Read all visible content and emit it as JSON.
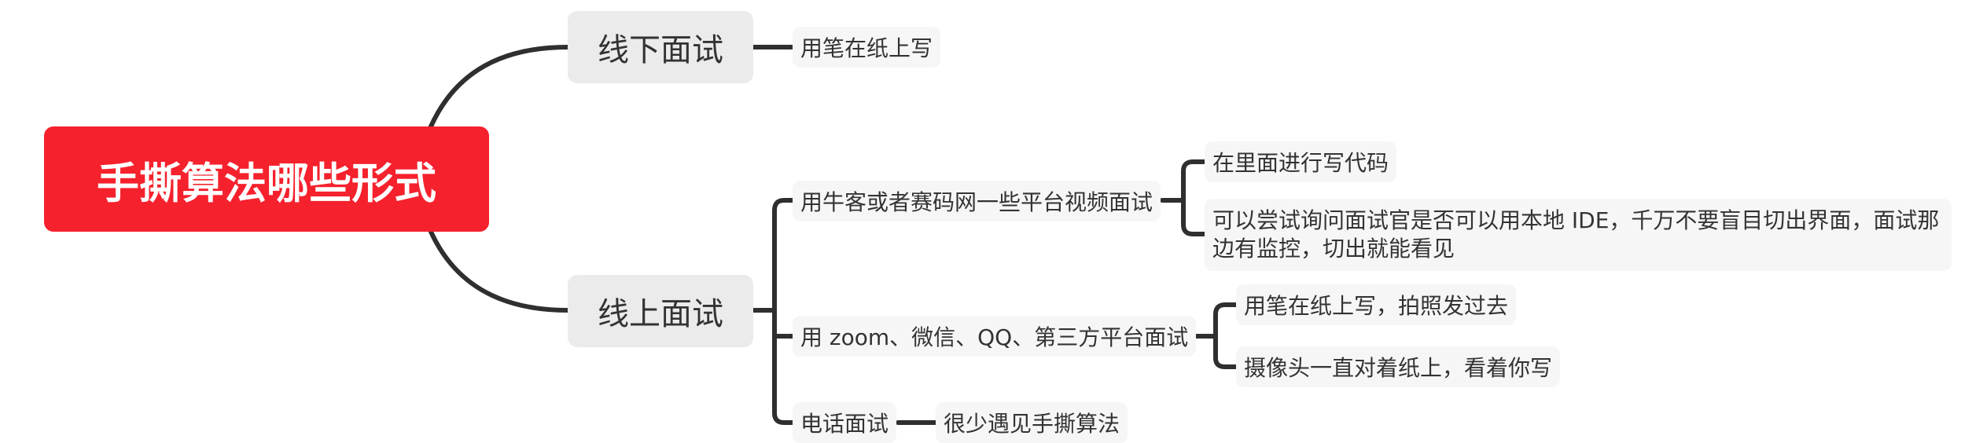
{
  "root": {
    "label": "手撕算法哪些形式"
  },
  "branches": [
    {
      "label": "线下面试",
      "children": [
        {
          "label": "用笔在纸上写"
        }
      ]
    },
    {
      "label": "线上面试",
      "children": [
        {
          "label": "用牛客或者赛码网一些平台视频面试",
          "children": [
            {
              "label": "在里面进行写代码"
            },
            {
              "label": "可以尝试询问面试官是否可以用本地 IDE，千万不要盲目切出界面，面试那边有监控，切出就能看见"
            }
          ]
        },
        {
          "label": "用 zoom、微信、QQ、第三方平台面试",
          "children": [
            {
              "label": "用笔在纸上写，拍照发过去"
            },
            {
              "label": "摄像头一直对着纸上，看着你写"
            }
          ]
        },
        {
          "label": "电话面试",
          "children": [
            {
              "label": "很少遇见手撕算法"
            }
          ]
        }
      ]
    }
  ]
}
